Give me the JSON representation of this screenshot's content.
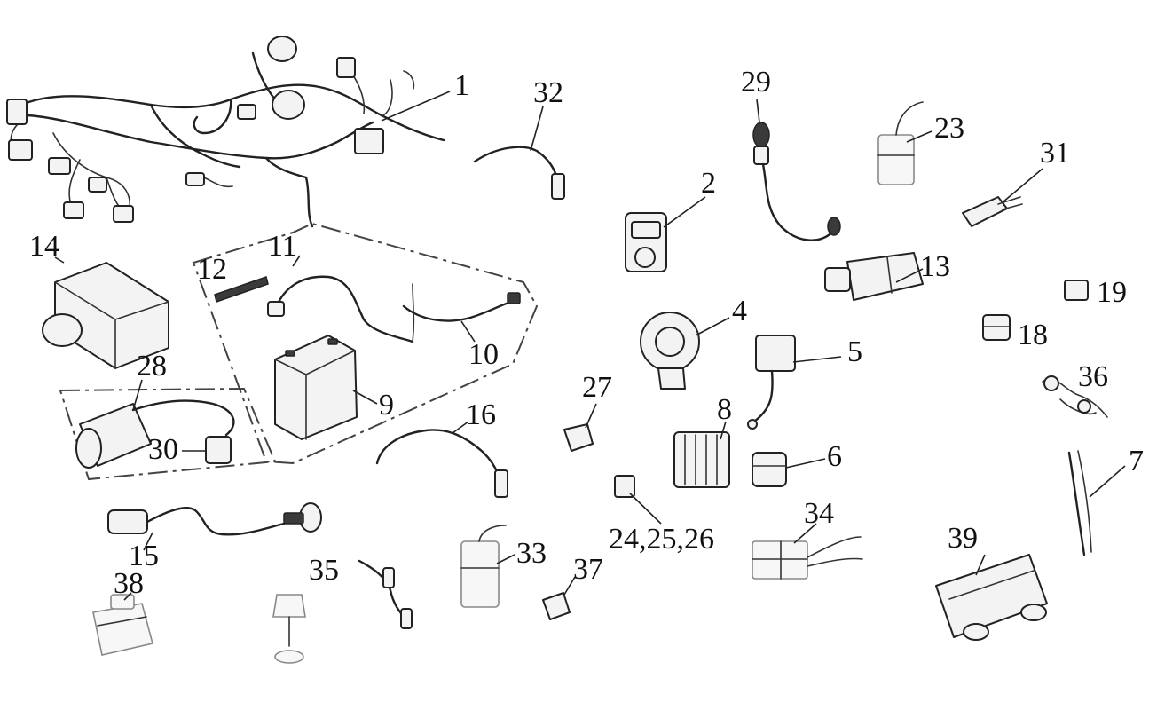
{
  "callouts": {
    "n1": "1",
    "n2": "2",
    "n4": "4",
    "n5": "5",
    "n6": "6",
    "n7": "7",
    "n8": "8",
    "n9": "9",
    "n10": "10",
    "n11": "11",
    "n12": "12",
    "n13": "13",
    "n14": "14",
    "n15": "15",
    "n16": "16",
    "n18": "18",
    "n19": "19",
    "n23": "23",
    "n24_26": "24,25,26",
    "n27": "27",
    "n28": "28",
    "n29": "29",
    "n30": "30",
    "n31": "31",
    "n32": "32",
    "n33": "33",
    "n34": "34",
    "n35": "35",
    "n36": "36",
    "n37": "37",
    "n38": "38",
    "n39": "39"
  }
}
